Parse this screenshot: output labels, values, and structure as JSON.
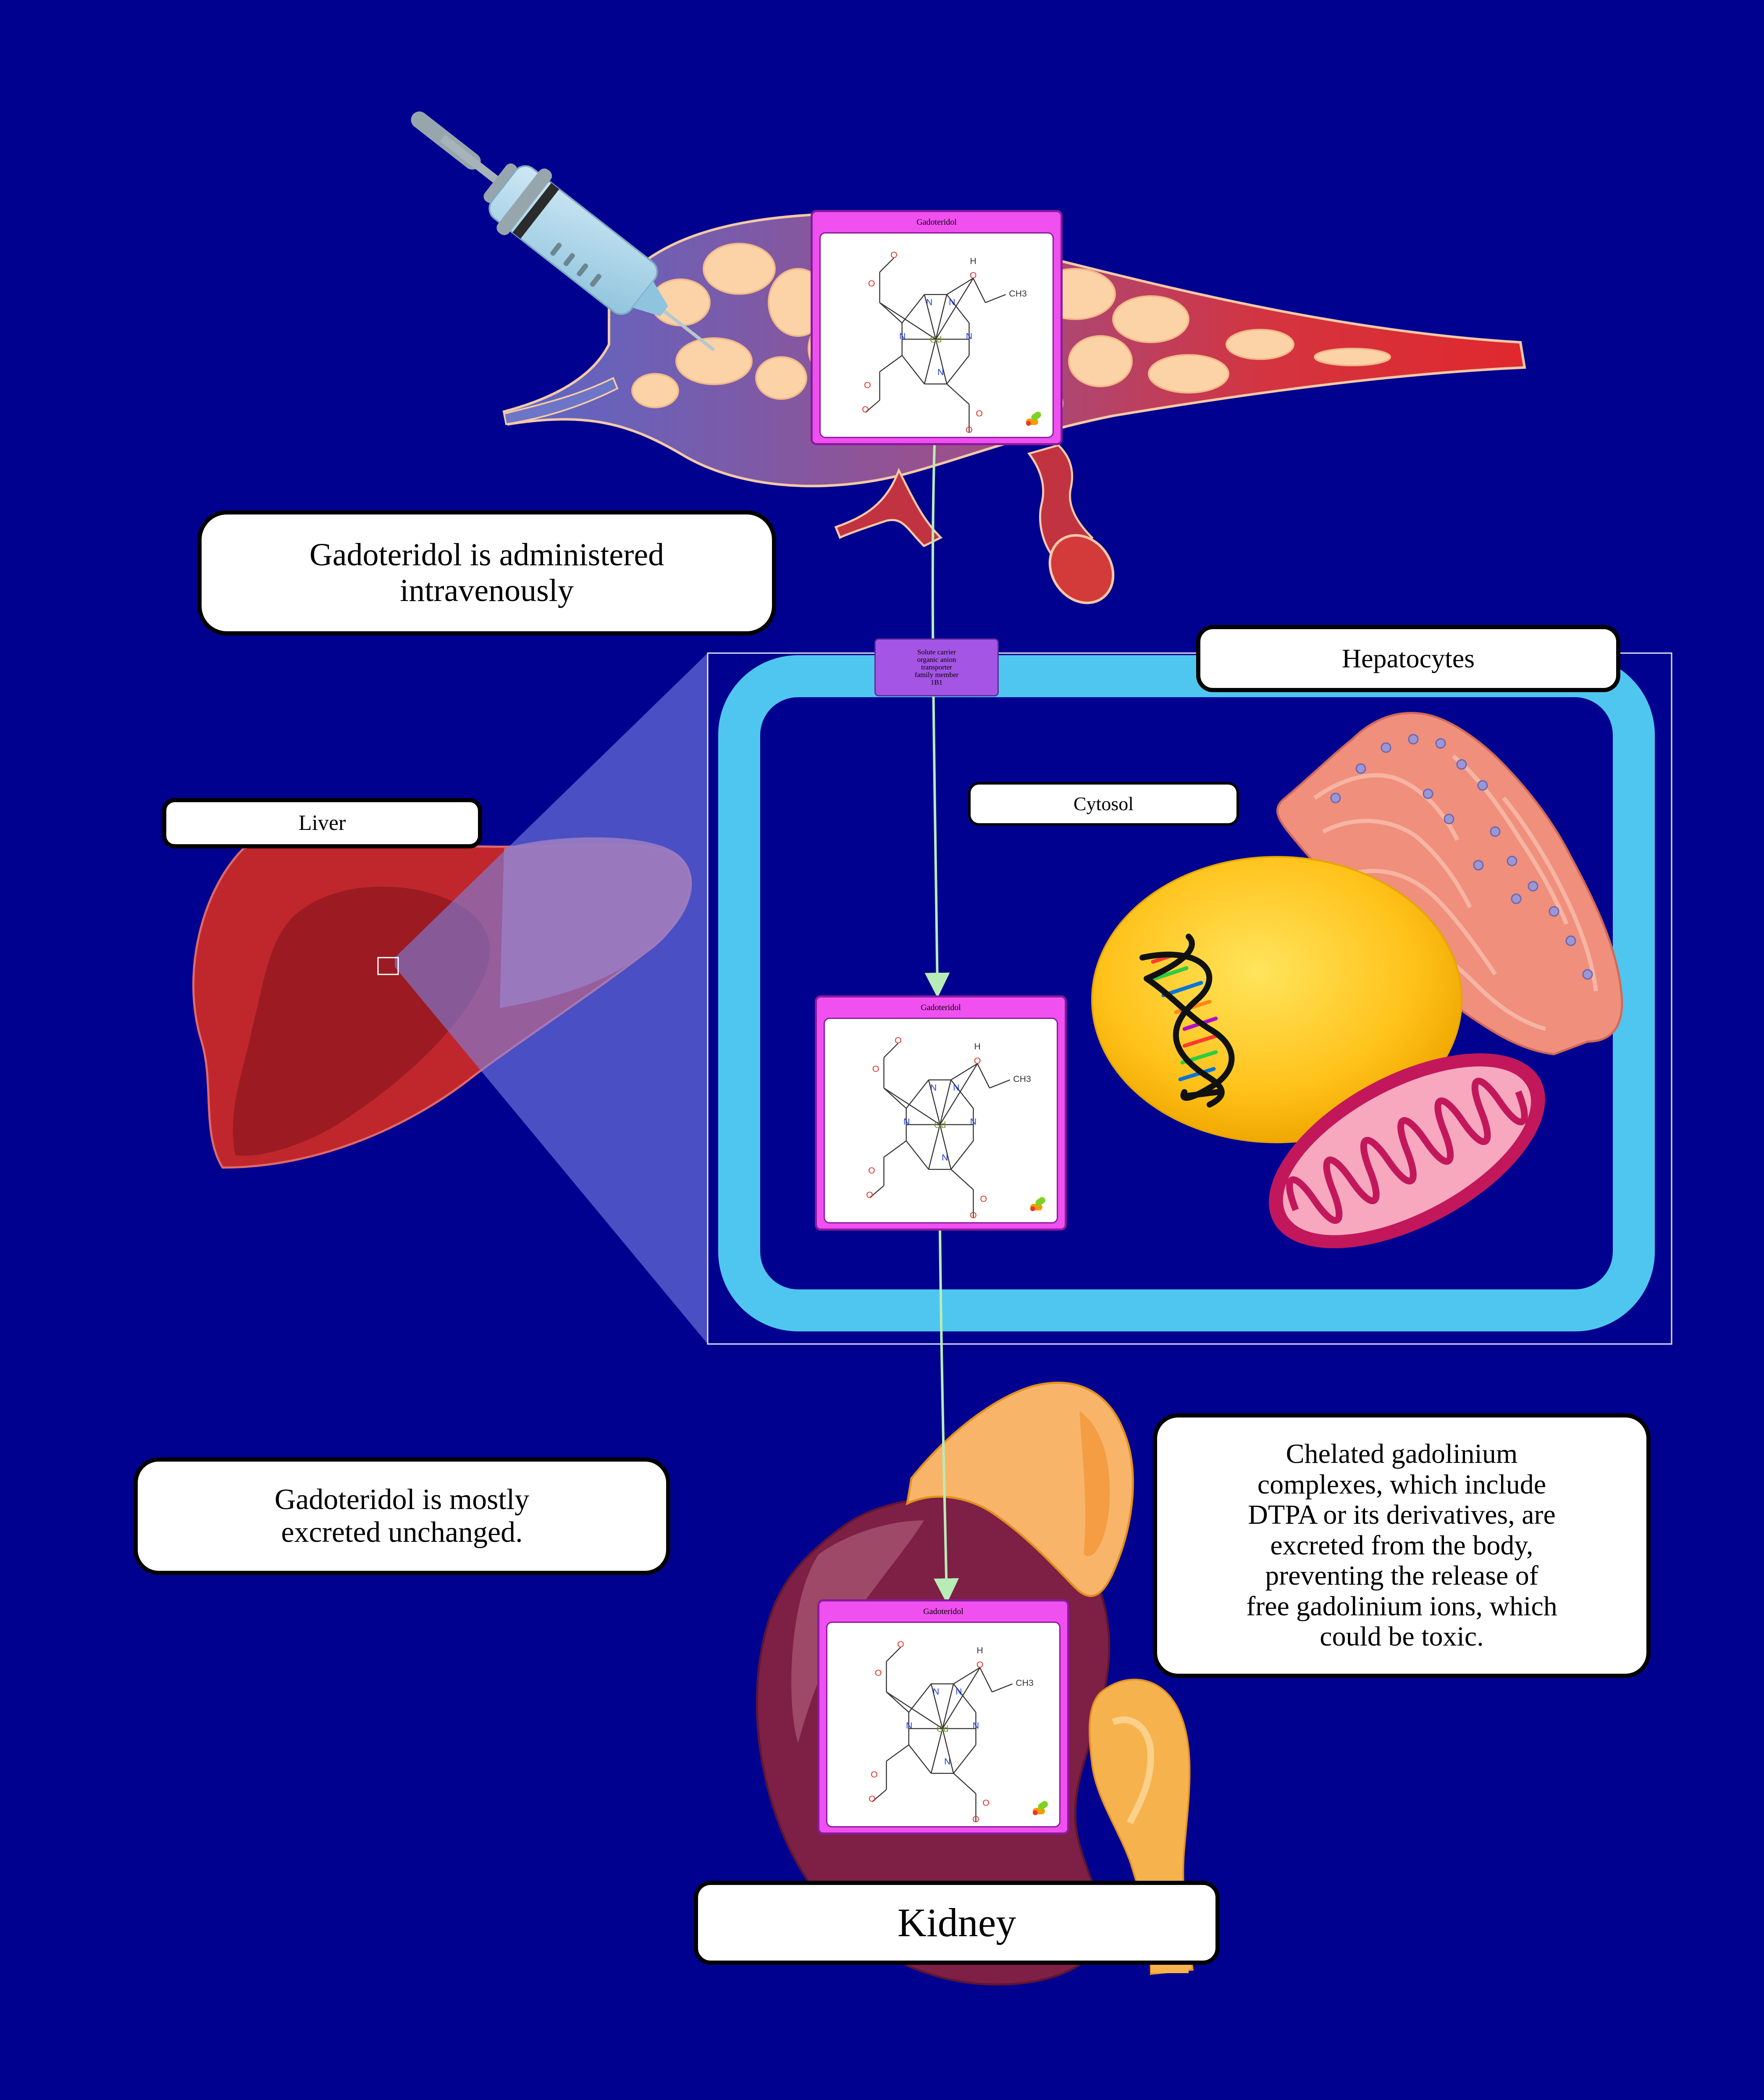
{
  "molecule_card_title": "Gadoteridol",
  "transporter": {
    "lines": [
      "Solute carrier",
      "organic anion",
      "transporter",
      "family member",
      "1B1"
    ]
  },
  "labels": {
    "iv_note": [
      "Gadoteridol is administered",
      "intravenously"
    ],
    "hepatocytes": "Hepatocytes",
    "liver": "Liver",
    "cytosol": "Cytosol",
    "excretion_note": [
      "Gadoteridol is mostly",
      "excreted unchanged."
    ],
    "chelation_note": [
      "Chelated gadolinium",
      "complexes, which include",
      "DTPA or its derivatives, are",
      "excreted from the body,",
      "preventing the release of",
      "free gadolinium ions, which",
      "could be toxic."
    ],
    "kidney": "Kidney"
  },
  "structure_atoms": {
    "gd": "Gd",
    "n": "N",
    "o": "O",
    "h": "H",
    "ch3": "CH3"
  },
  "colors": {
    "background": "#01018f",
    "arrow": "#b7ecb7",
    "card": "#f050f0",
    "card_border": "#8a1a9c",
    "transporter": "#a455e4",
    "cell_membrane": "#4fc6f0",
    "liver": "#c0272d",
    "kidney": "#7e1f45",
    "nucleus": "#ffc21a",
    "mitochondrion": "#c2185b"
  },
  "icons": [
    "syringe-icon",
    "blood-vessel-network",
    "liver-organ",
    "hepatocyte-cell",
    "nucleus",
    "dna-helix-icon",
    "endoplasmic-reticulum",
    "mitochondrion",
    "kidney-organ",
    "adrenal-gland",
    "ureter",
    "molecule-badge-icon"
  ]
}
